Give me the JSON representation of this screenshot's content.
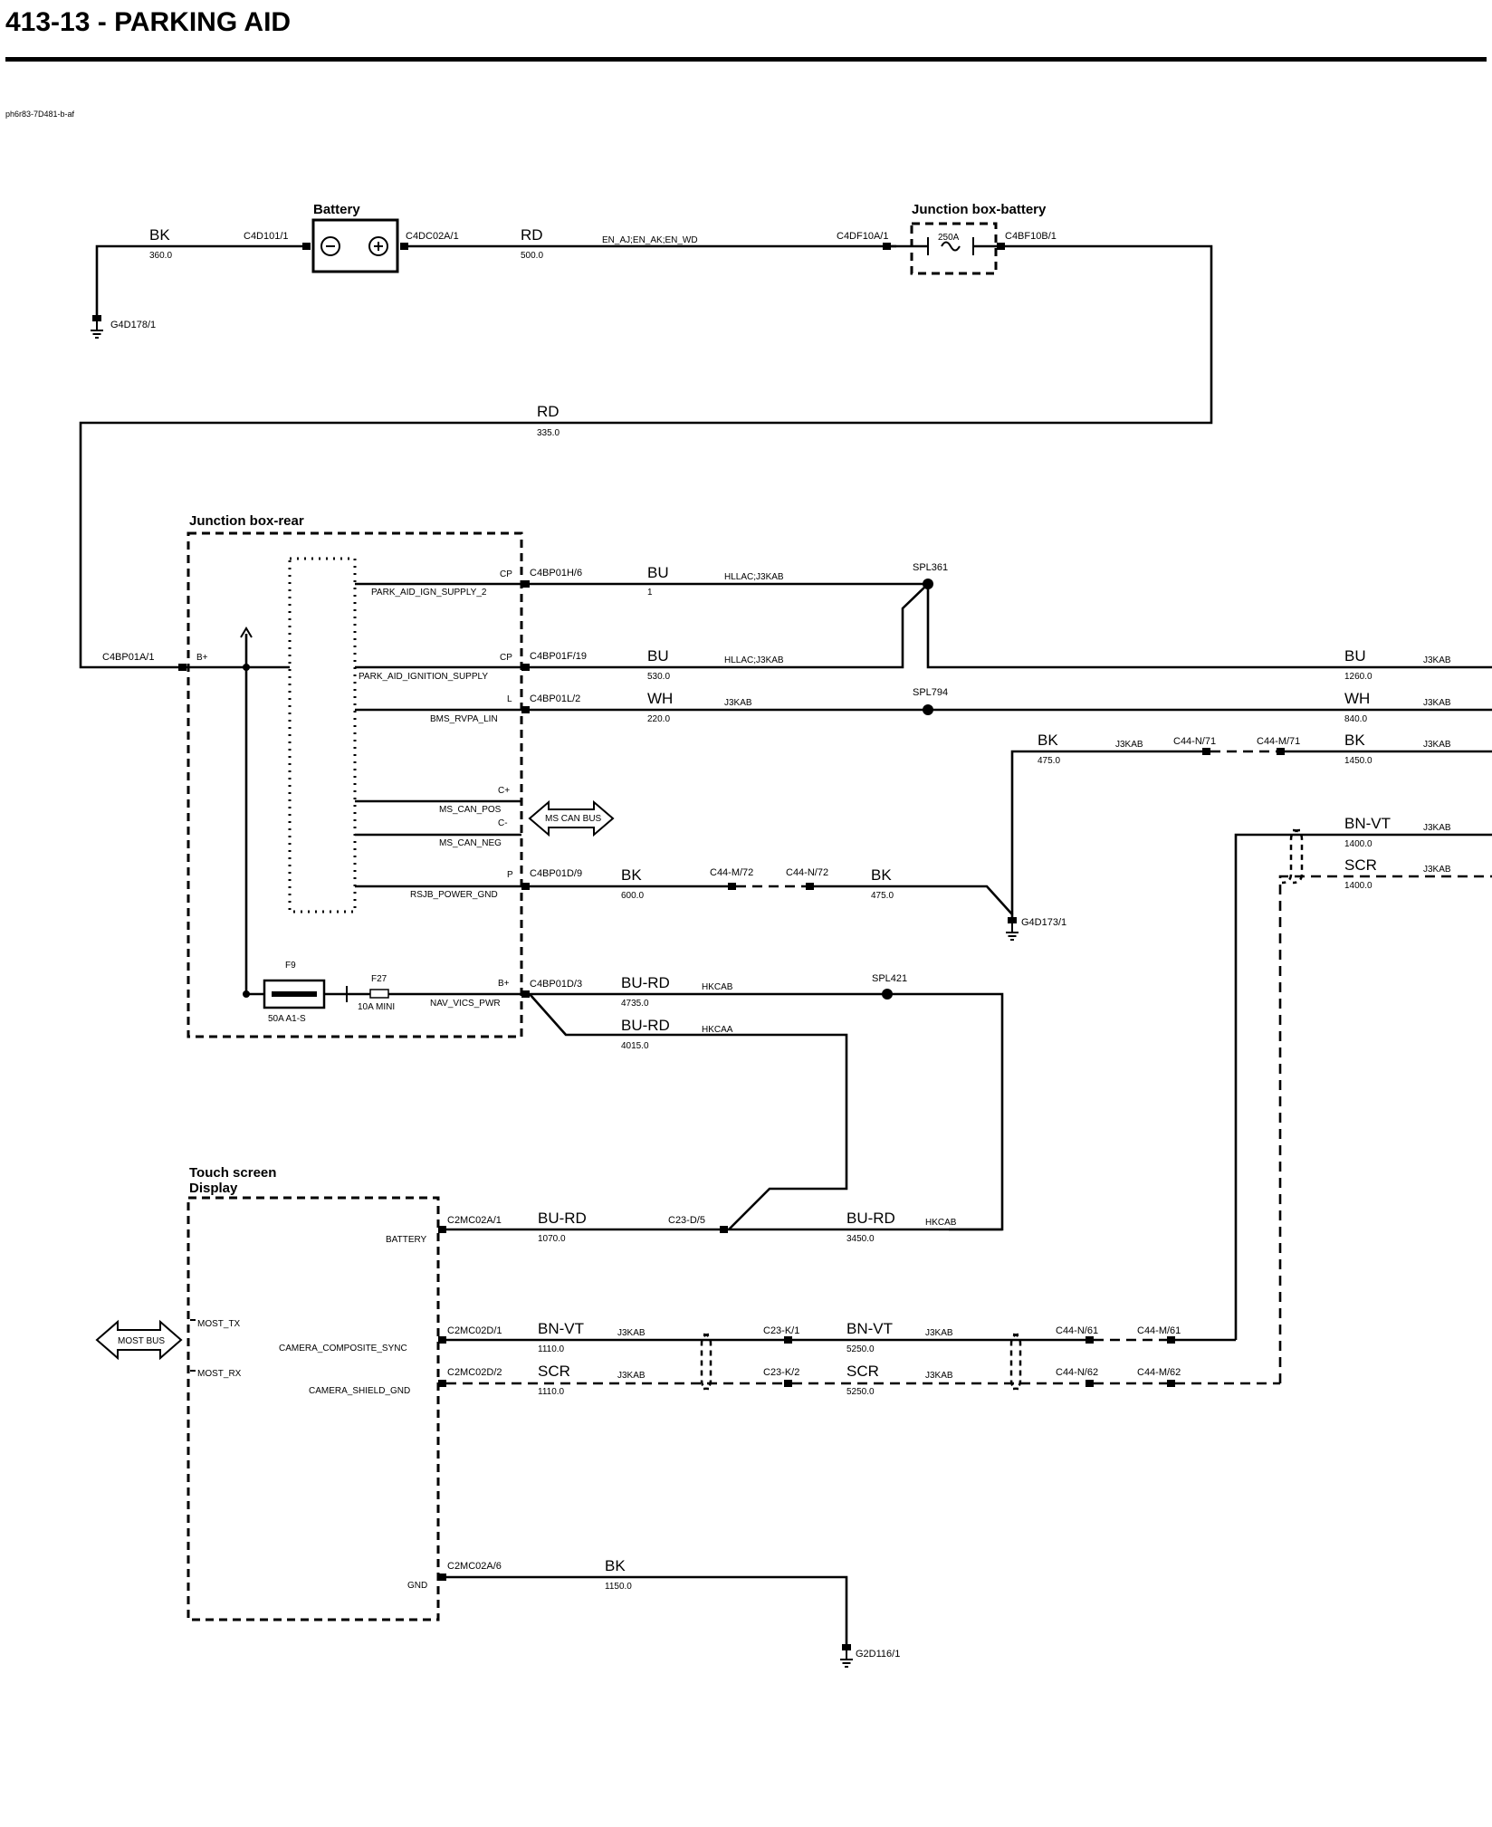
{
  "header": {
    "title": "413-13 - PARKING AID",
    "ref": "ph6r83-7D481-b-af"
  },
  "components": {
    "battery": "Battery",
    "jbb": "Junction box-battery",
    "jbb_fuse": "250A",
    "jbr": "Junction box-rear",
    "tsd1": "Touch screen",
    "tsd2": "Display"
  },
  "fuses": {
    "f9": "F9",
    "f9_rating": "50A A1-S",
    "f27": "F27",
    "f27_rating": "10A MINI"
  },
  "buses": {
    "ms_can": "MS CAN BUS",
    "most": "MOST BUS"
  },
  "connectors": {
    "c4d101": "C4D101/1",
    "c4dc02a": "C4DC02A/1",
    "c4df10a": "C4DF10A/1",
    "c4bf10b": "C4BF10B/1",
    "c4bp01a": "C4BP01A/1",
    "c4bp01h": "C4BP01H/6",
    "c4bp01f": "C4BP01F/19",
    "c4bp01l": "C4BP01L/2",
    "c4bp01d9": "C4BP01D/9",
    "c4bp01d3": "C4BP01D/3",
    "c44m72": "C44-M/72",
    "c44n72": "C44-N/72",
    "c44n71": "C44-N/71",
    "c44m71": "C44-M/71",
    "c2mc02a1": "C2MC02A/1",
    "c23d5": "C23-D/5",
    "c2mc02d1": "C2MC02D/1",
    "c2mc02d2": "C2MC02D/2",
    "c23k1": "C23-K/1",
    "c23k2": "C23-K/2",
    "c44n61": "C44-N/61",
    "c44m61": "C44-M/61",
    "c44n62": "C44-N/62",
    "c44m62": "C44-M/62",
    "c2mc02a6": "C2MC02A/6"
  },
  "grounds": {
    "g4d178": "G4D178/1",
    "g4d173": "G4D173/1",
    "g2d116": "G2D116/1"
  },
  "splices": {
    "spl361": "SPL361",
    "spl794": "SPL794",
    "spl421": "SPL421"
  },
  "pins": {
    "bplus1": "B+",
    "cp1": "CP",
    "cp2": "CP",
    "l": "L",
    "cplus": "C+",
    "cminus": "C-",
    "p": "P",
    "bplus2": "B+",
    "park_aid_ign_supply_2": "PARK_AID_IGN_SUPPLY_2",
    "park_aid_ignition_supply": "PARK_AID_IGNITION_SUPPLY",
    "bms_rvpa_lin": "BMS_RVPA_LIN",
    "ms_can_pos": "MS_CAN_POS",
    "ms_can_neg": "MS_CAN_NEG",
    "rsjb_power_gnd": "RSJB_POWER_GND",
    "nav_vics_pwr": "NAV_VICS_PWR",
    "battery": "BATTERY",
    "most_tx": "MOST_TX",
    "most_rx": "MOST_RX",
    "camera_composite_sync": "CAMERA_COMPOSITE_SYNC",
    "camera_shield_gnd": "CAMERA_SHIELD_GND",
    "gnd": "GND"
  },
  "wires": {
    "w1": {
      "color": "BK",
      "len": "360.0"
    },
    "w2": {
      "color": "RD",
      "len": "500.0",
      "circuit": "EN_AJ;EN_AK;EN_WD"
    },
    "w3": {
      "color": "RD",
      "len": "335.0"
    },
    "w4": {
      "color": "BU",
      "len": "1",
      "circuit": "HLLAC;J3KAB"
    },
    "w5": {
      "color": "BU",
      "len": "530.0",
      "circuit": "HLLAC;J3KAB"
    },
    "w6": {
      "color": "BU",
      "len": "1260.0",
      "circuit": "J3KAB"
    },
    "w7": {
      "color": "WH",
      "len": "220.0",
      "circuit": "J3KAB"
    },
    "w8": {
      "color": "WH",
      "len": "840.0",
      "circuit": "J3KAB"
    },
    "w9": {
      "color": "BK",
      "len": "475.0",
      "circuit": "J3KAB"
    },
    "w10": {
      "color": "BK",
      "len": "1450.0",
      "circuit": "J3KAB"
    },
    "w11": {
      "color": "BN-VT",
      "len": "1400.0",
      "circuit": "J3KAB"
    },
    "w12": {
      "color": "SCR",
      "len": "1400.0",
      "circuit": "J3KAB"
    },
    "w13": {
      "color": "BK",
      "len": "600.0"
    },
    "w14": {
      "color": "BK",
      "len": "475.0"
    },
    "w15": {
      "color": "BU-RD",
      "len": "4735.0",
      "circuit": "HKCAB"
    },
    "w16": {
      "color": "BU-RD",
      "len": "4015.0",
      "circuit": "HKCAA"
    },
    "w17": {
      "color": "BU-RD",
      "len": "1070.0"
    },
    "w18": {
      "color": "BU-RD",
      "len": "3450.0",
      "circuit": "HKCAB"
    },
    "w19": {
      "color": "BN-VT",
      "len": "1110.0",
      "circuit": "J3KAB"
    },
    "w20": {
      "color": "BN-VT",
      "len": "5250.0",
      "circuit": "J3KAB"
    },
    "w21": {
      "color": "SCR",
      "len": "1110.0",
      "circuit": "J3KAB"
    },
    "w22": {
      "color": "SCR",
      "len": "5250.0",
      "circuit": "J3KAB"
    },
    "w23": {
      "color": "BK",
      "len": "1150.0"
    }
  }
}
